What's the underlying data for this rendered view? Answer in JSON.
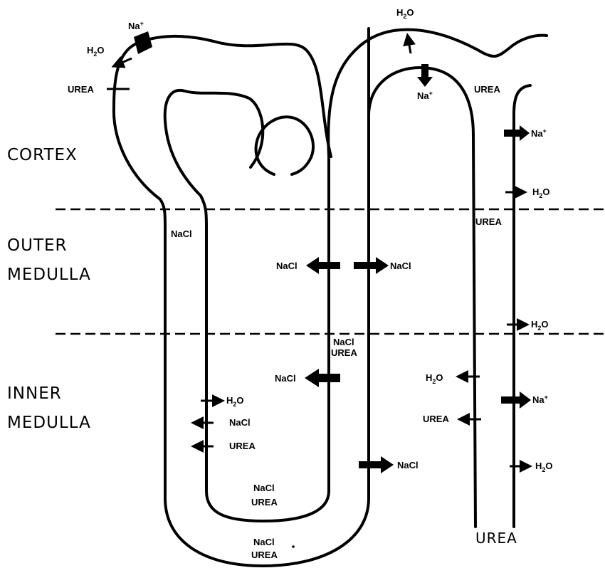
{
  "zones": {
    "cortex": "CORTEX",
    "outer_line1": "OUTER",
    "outer_line2": "MEDULLA",
    "inner_line1": "INNER",
    "inner_line2": "MEDULLA"
  },
  "labels": {
    "na_plus": "Na",
    "plus": "+",
    "h2o_h": "H",
    "h2o_2": "2",
    "h2o_o": "O",
    "urea": "UREA",
    "nacl": "NaCl"
  },
  "collecting_duct_exit": "UREA"
}
